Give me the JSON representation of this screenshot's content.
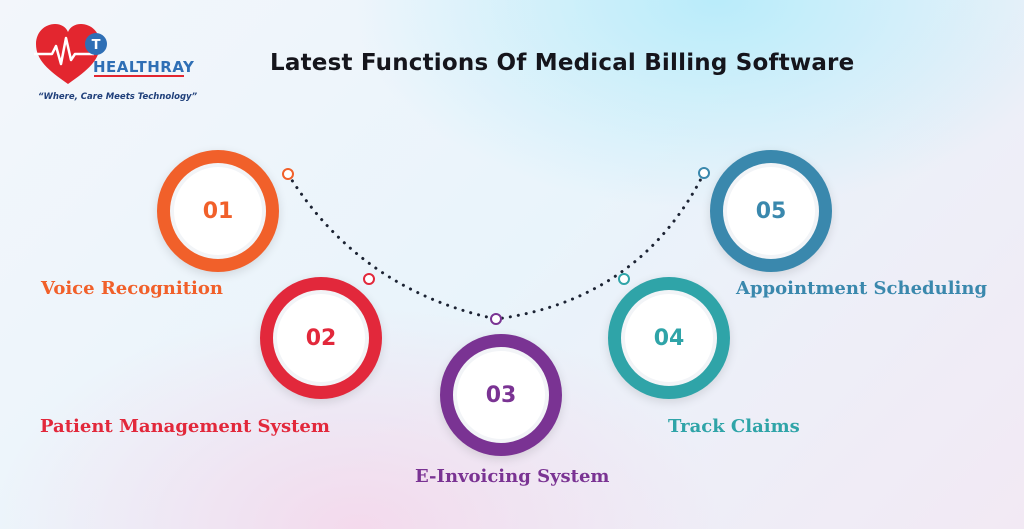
{
  "logo": {
    "brand": "HEALTHRAY",
    "tagline": "“Where, Care Meets Technology”",
    "heart_color": "#e3262f",
    "badge_color": "#2f6fb5",
    "badge_letter": "T"
  },
  "title": "Latest Functions Of Medical Billing Software",
  "steps": [
    {
      "number": "01",
      "label": "Voice Recognition",
      "color": "#f1602a"
    },
    {
      "number": "02",
      "label": "Patient Management System",
      "color": "#e2283b"
    },
    {
      "number": "03",
      "label": "E-Invoicing System",
      "color": "#7a3393"
    },
    {
      "number": "04",
      "label": "Track Claims",
      "color": "#2fa4a8"
    },
    {
      "number": "05",
      "label": "Appointment Scheduling",
      "color": "#3a88ad"
    }
  ]
}
